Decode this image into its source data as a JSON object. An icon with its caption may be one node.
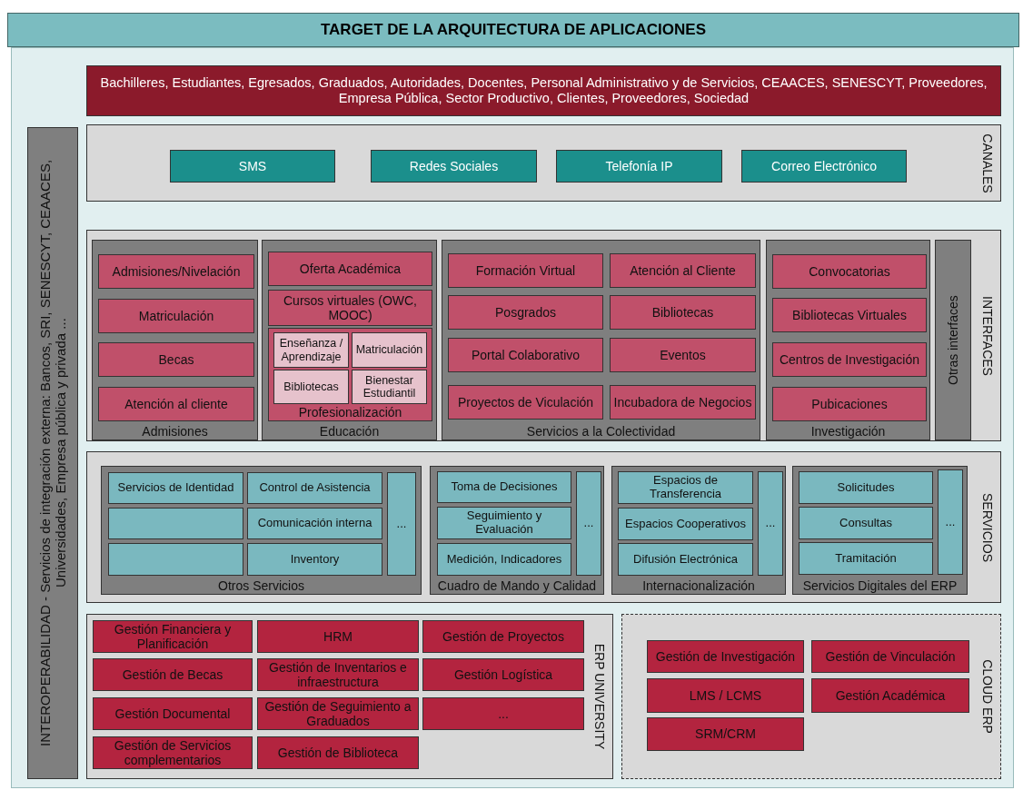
{
  "diagram": {
    "title": "TARGET DE LA ARQUITECTURA DE APLICACIONES",
    "nodes": [
      {
        "text": [
          "Bachilleres, Estudiantes, Egresados, Graduados, Autoridades, Docentes, Personal Administrativo y de Servicios, CEAACES, SENESCYT, Proveedores, Empresa Pública, Sector Productivo, Clientes, Proveedores, Sociedad"
        ]
      },
      {
        "text": [
          "INTEROPERABILIDAD - Servicios de integración externa: Bancos, SRI, SENESCYT, CEAACES, Universidades, Empresa pública y privada ..."
        ]
      },
      {
        "text": [
          "CANALES"
        ]
      },
      {
        "text": [
          "SMS"
        ],
        "in": 2
      },
      {
        "text": [
          "Redes Sociales"
        ],
        "in": 2
      },
      {
        "text": [
          "Telefonía IP"
        ],
        "in": 2
      },
      {
        "text": [
          "Correo Electrónico"
        ],
        "in": 2
      },
      {
        "text": [
          "INTERFACES"
        ]
      },
      {
        "text": [
          "Admisiones"
        ],
        "in": 7
      },
      {
        "text": [
          "Admisiones/Nivelación"
        ],
        "in": 8
      },
      {
        "text": [
          "Matriculación"
        ],
        "in": 8
      },
      {
        "text": [
          "Becas"
        ],
        "in": 8
      },
      {
        "text": [
          "Atención al cliente"
        ],
        "in": 8
      },
      {
        "text": [
          "Educación"
        ],
        "in": 7
      },
      {
        "text": [
          "Oferta Académica"
        ],
        "in": 13
      },
      {
        "text": [
          "Cursos virtuales (OWC, MOOC)"
        ],
        "in": 13
      },
      {
        "text": [
          "Profesionalización"
        ],
        "in": 13
      },
      {
        "text": [
          "Enseñanza / Aprendizaje"
        ],
        "in": 16
      },
      {
        "text": [
          "Matriculación"
        ],
        "in": 16
      },
      {
        "text": [
          "Bibliotecas"
        ],
        "in": 16
      },
      {
        "text": [
          "Bienestar Estudiantil"
        ],
        "in": 16
      },
      {
        "text": [
          "Servicios a la Colectividad"
        ],
        "in": 7
      },
      {
        "text": [
          "Formación Virtual"
        ],
        "in": 21
      },
      {
        "text": [
          "Atención al Cliente"
        ],
        "in": 21
      },
      {
        "text": [
          "Posgrados"
        ],
        "in": 21
      },
      {
        "text": [
          "Bibliotecas"
        ],
        "in": 21
      },
      {
        "text": [
          "Portal Colaborativo"
        ],
        "in": 21
      },
      {
        "text": [
          "Eventos"
        ],
        "in": 21
      },
      {
        "text": [
          "Proyectos de Viculación"
        ],
        "in": 21
      },
      {
        "text": [
          "Incubadora de Negocios"
        ],
        "in": 21
      },
      {
        "text": [
          "Investigación"
        ],
        "in": 7
      },
      {
        "text": [
          "Convocatorias"
        ],
        "in": 30
      },
      {
        "text": [
          "Bibliotecas Virtuales"
        ],
        "in": 30
      },
      {
        "text": [
          "Centros de Investigación"
        ],
        "in": 30
      },
      {
        "text": [
          "Pubicaciones"
        ],
        "in": 30
      },
      {
        "text": [
          "Otras interfaces"
        ],
        "in": 7
      },
      {
        "text": [
          "SERVICIOS"
        ]
      },
      {
        "text": [
          "Otros Servicios"
        ],
        "in": 36
      },
      {
        "text": [
          "Servicios de Identidad"
        ],
        "in": 37
      },
      {
        "text": [
          "Control de Asistencia"
        ],
        "in": 37
      },
      {
        "text": [],
        "shape": "box",
        "in": 37
      },
      {
        "text": [
          "Comunicación interna"
        ],
        "in": 37
      },
      {
        "text": [],
        "shape": "box",
        "in": 37
      },
      {
        "text": [
          "Inventory"
        ],
        "in": 37
      },
      {
        "text": [
          "..."
        ],
        "in": 37
      },
      {
        "text": [
          "Cuadro de Mando y Calidad"
        ],
        "in": 36
      },
      {
        "text": [
          "Toma de Decisiones"
        ],
        "in": 45
      },
      {
        "text": [
          "Seguimiento y Evaluación"
        ],
        "in": 45
      },
      {
        "text": [
          "Medición, Indicadores"
        ],
        "in": 45
      },
      {
        "text": [
          "..."
        ],
        "in": 45
      },
      {
        "text": [
          "Internacionalización"
        ],
        "in": 36
      },
      {
        "text": [
          "Espacios de Transferencia"
        ],
        "in": 50
      },
      {
        "text": [
          "Espacios Cooperativos"
        ],
        "in": 50
      },
      {
        "text": [
          "Difusión Electrónica"
        ],
        "in": 50
      },
      {
        "text": [
          "..."
        ],
        "in": 50
      },
      {
        "text": [
          "Servicios Digitales del ERP"
        ],
        "in": 36
      },
      {
        "text": [
          "Solicitudes"
        ],
        "in": 55
      },
      {
        "text": [
          "Consultas"
        ],
        "in": 55
      },
      {
        "text": [
          "Tramitación"
        ],
        "in": 55
      },
      {
        "text": [
          "..."
        ],
        "in": 55
      },
      {
        "text": [
          "ERP UNIVERSITY"
        ]
      },
      {
        "text": [
          "Gestión Financiera y Planificación"
        ],
        "in": 60
      },
      {
        "text": [
          "HRM"
        ],
        "in": 60
      },
      {
        "text": [
          "Gestión de Proyectos"
        ],
        "in": 60
      },
      {
        "text": [
          "Gestión de Becas"
        ],
        "in": 60
      },
      {
        "text": [
          "Gestión de Inventarios e infraestructura"
        ],
        "in": 60
      },
      {
        "text": [
          "Gestión Logística"
        ],
        "in": 60
      },
      {
        "text": [
          "Gestión Documental"
        ],
        "in": 60
      },
      {
        "text": [
          "Gestión de Seguimiento a Graduados"
        ],
        "in": 60
      },
      {
        "text": [
          "..."
        ],
        "in": 60
      },
      {
        "text": [
          "Gestión de Servicios complementarios"
        ],
        "in": 60
      },
      {
        "text": [
          "Gestión de Biblioteca"
        ],
        "in": 60
      },
      {
        "text": [
          "CLOUD ERP"
        ]
      },
      {
        "text": [
          "Gestión de Investigación"
        ],
        "in": 72
      },
      {
        "text": [
          "Gestión de Vinculación"
        ],
        "in": 72
      },
      {
        "text": [
          "LMS / LCMS"
        ],
        "in": 72
      },
      {
        "text": [
          "Gestión Académica"
        ],
        "in": 72
      },
      {
        "text": [
          "SRM/CRM"
        ],
        "in": 72
      }
    ]
  }
}
